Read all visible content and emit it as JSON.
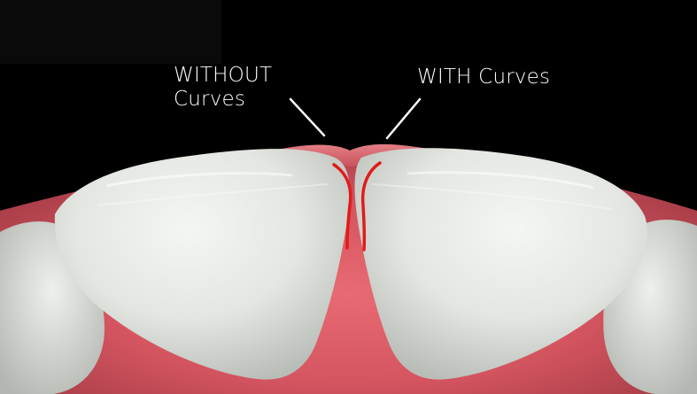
{
  "labels": {
    "without": {
      "line1": "WITHOUT",
      "line2": "Curves"
    },
    "with": {
      "line1": "WITH Curves"
    }
  },
  "colors": {
    "background": "#000000",
    "gum": "#c9565f",
    "tooth": "#e8ebe6",
    "curve": "#e01b1b",
    "text": "#ffffff"
  }
}
